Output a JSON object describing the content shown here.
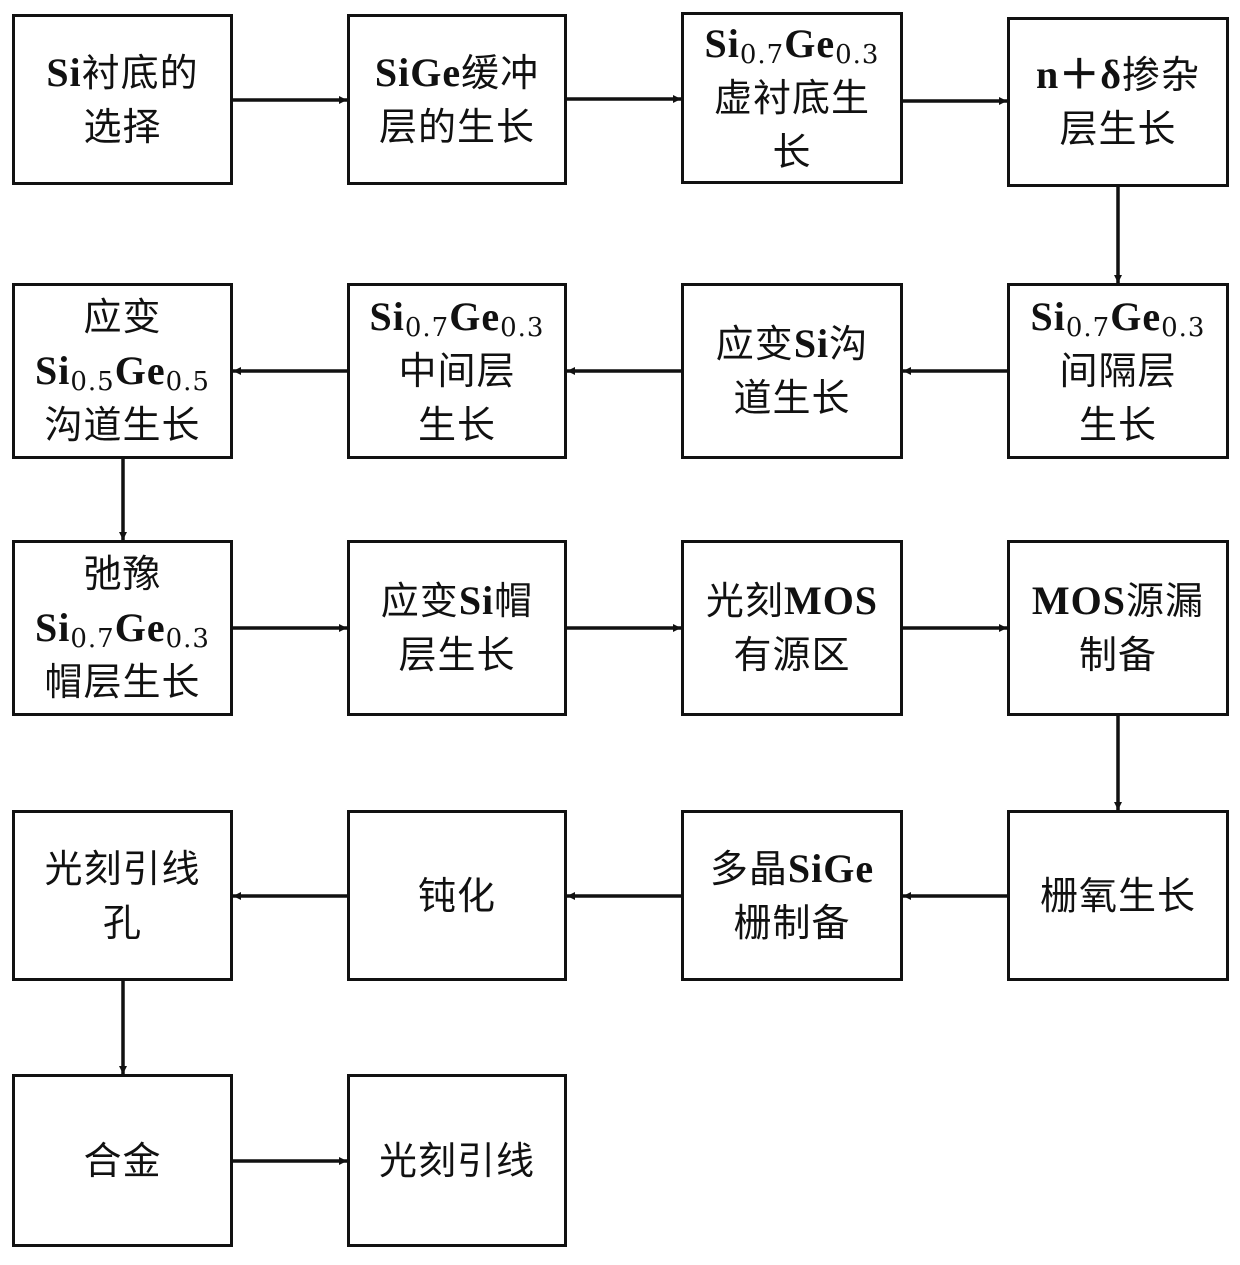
{
  "diagram": {
    "type": "process-flowchart",
    "nodes": [
      {
        "id": "b1",
        "lines": [
          [
            {
              "t": "Si",
              "latin": true
            },
            {
              "t": "衬底的"
            }
          ],
          [
            {
              "t": "选择"
            }
          ]
        ]
      },
      {
        "id": "b2",
        "lines": [
          [
            {
              "t": "SiGe",
              "latin": true
            },
            {
              "t": "缓冲"
            }
          ],
          [
            {
              "t": "层的生长"
            }
          ]
        ]
      },
      {
        "id": "b3",
        "lines": [
          [
            {
              "t": "Si",
              "latin": true
            },
            {
              "t": "0.7",
              "sub": true
            },
            {
              "t": "Ge",
              "latin": true
            },
            {
              "t": "0.3",
              "sub": true
            }
          ],
          [
            {
              "t": "虚衬底生"
            }
          ],
          [
            {
              "t": "长"
            }
          ]
        ]
      },
      {
        "id": "b4",
        "lines": [
          [
            {
              "t": "n＋δ",
              "latin": true
            },
            {
              "t": "掺杂"
            }
          ],
          [
            {
              "t": "层生长"
            }
          ]
        ]
      },
      {
        "id": "b5",
        "lines": [
          [
            {
              "t": "Si",
              "latin": true
            },
            {
              "t": "0.7",
              "sub": true
            },
            {
              "t": "Ge",
              "latin": true
            },
            {
              "t": "0.3",
              "sub": true
            }
          ],
          [
            {
              "t": "间隔层"
            }
          ],
          [
            {
              "t": "生长"
            }
          ]
        ]
      },
      {
        "id": "b6",
        "lines": [
          [
            {
              "t": "应变"
            },
            {
              "t": "Si",
              "latin": true
            },
            {
              "t": "沟"
            }
          ],
          [
            {
              "t": "道生长"
            }
          ]
        ]
      },
      {
        "id": "b7",
        "lines": [
          [
            {
              "t": "Si",
              "latin": true
            },
            {
              "t": "0.7",
              "sub": true
            },
            {
              "t": "Ge",
              "latin": true
            },
            {
              "t": "0.3",
              "sub": true
            }
          ],
          [
            {
              "t": "中间层"
            }
          ],
          [
            {
              "t": "生长"
            }
          ]
        ]
      },
      {
        "id": "b8",
        "lines": [
          [
            {
              "t": "应变"
            }
          ],
          [
            {
              "t": "Si",
              "latin": true
            },
            {
              "t": "0.5",
              "sub": true
            },
            {
              "t": "Ge",
              "latin": true
            },
            {
              "t": "0.5",
              "sub": true
            }
          ],
          [
            {
              "t": "沟道生长"
            }
          ]
        ]
      },
      {
        "id": "b9",
        "lines": [
          [
            {
              "t": "弛豫"
            }
          ],
          [
            {
              "t": "Si",
              "latin": true
            },
            {
              "t": "0.7",
              "sub": true
            },
            {
              "t": "Ge",
              "latin": true
            },
            {
              "t": "0.3",
              "sub": true
            }
          ],
          [
            {
              "t": "帽层生长"
            }
          ]
        ]
      },
      {
        "id": "b10",
        "lines": [
          [
            {
              "t": "应变"
            },
            {
              "t": "Si",
              "latin": true
            },
            {
              "t": "帽"
            }
          ],
          [
            {
              "t": "层生长"
            }
          ]
        ]
      },
      {
        "id": "b11",
        "lines": [
          [
            {
              "t": "光刻"
            },
            {
              "t": "MOS",
              "latin": true
            }
          ],
          [
            {
              "t": "有源区"
            }
          ]
        ]
      },
      {
        "id": "b12",
        "lines": [
          [
            {
              "t": "MOS",
              "latin": true
            },
            {
              "t": "源漏"
            }
          ],
          [
            {
              "t": "制备"
            }
          ]
        ]
      },
      {
        "id": "b13",
        "lines": [
          [
            {
              "t": "栅氧生长"
            }
          ]
        ]
      },
      {
        "id": "b14",
        "lines": [
          [
            {
              "t": "多晶"
            },
            {
              "t": "SiGe",
              "latin": true
            }
          ],
          [
            {
              "t": "栅制备"
            }
          ]
        ]
      },
      {
        "id": "b15",
        "lines": [
          [
            {
              "t": "钝化"
            }
          ]
        ]
      },
      {
        "id": "b16",
        "lines": [
          [
            {
              "t": "光刻引线"
            }
          ],
          [
            {
              "t": "孔"
            }
          ]
        ]
      },
      {
        "id": "b17",
        "lines": [
          [
            {
              "t": "合金"
            }
          ]
        ]
      },
      {
        "id": "b18",
        "lines": [
          [
            {
              "t": "光刻引线"
            }
          ]
        ]
      }
    ],
    "edges": [
      [
        "b1",
        "b2"
      ],
      [
        "b2",
        "b3"
      ],
      [
        "b3",
        "b4"
      ],
      [
        "b4",
        "b5"
      ],
      [
        "b5",
        "b6"
      ],
      [
        "b6",
        "b7"
      ],
      [
        "b7",
        "b8"
      ],
      [
        "b8",
        "b9"
      ],
      [
        "b9",
        "b10"
      ],
      [
        "b10",
        "b11"
      ],
      [
        "b11",
        "b12"
      ],
      [
        "b12",
        "b13"
      ],
      [
        "b13",
        "b14"
      ],
      [
        "b14",
        "b15"
      ],
      [
        "b15",
        "b16"
      ],
      [
        "b16",
        "b17"
      ],
      [
        "b17",
        "b18"
      ]
    ]
  }
}
